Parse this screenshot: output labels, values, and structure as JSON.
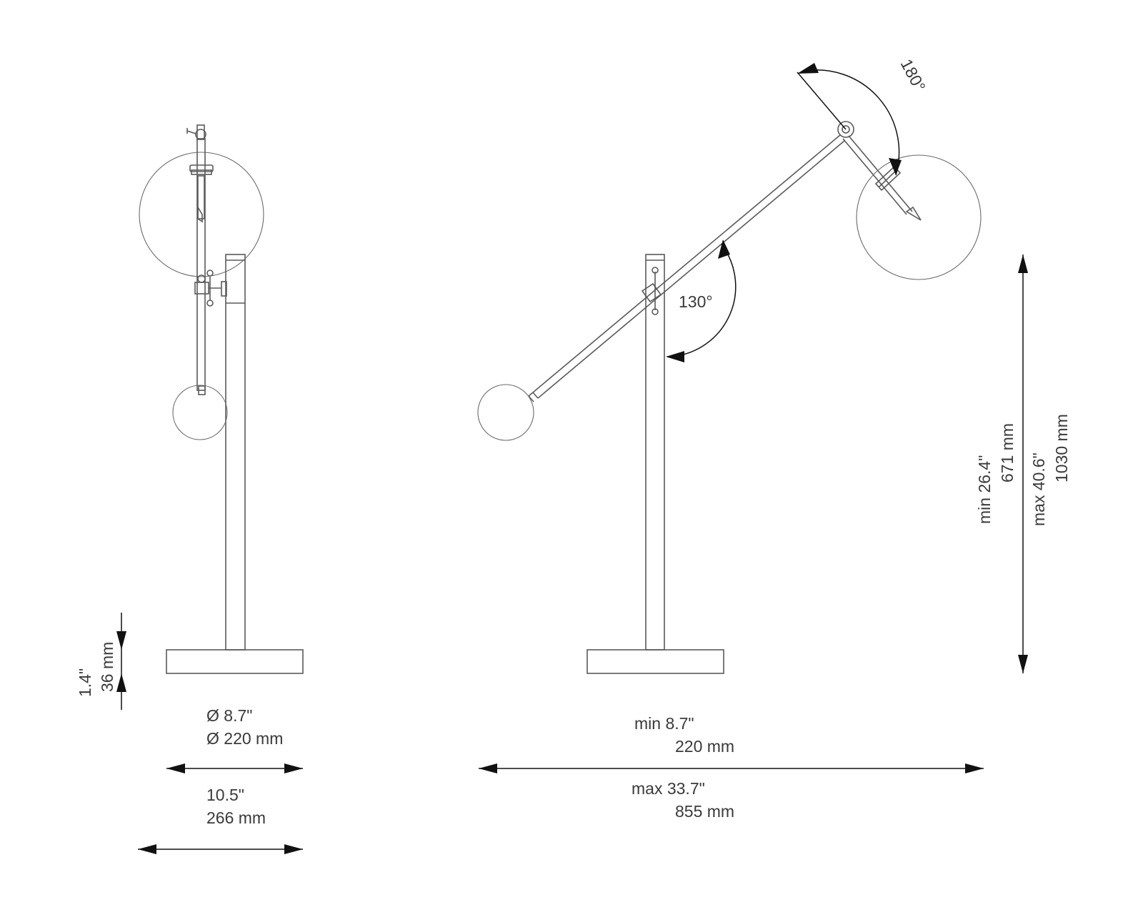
{
  "colors": {
    "line": "#5a5a5a",
    "dimension": "#111111",
    "text": "#3a3a3a",
    "background": "#ffffff"
  },
  "front_view": {
    "base_height": {
      "inch": "1.4\"",
      "mm": "36 mm"
    },
    "base_diameter": {
      "inch": "Ø 8.7\"",
      "mm": "Ø 220 mm"
    },
    "overall_width": {
      "inch": "10.5\"",
      "mm": "266 mm"
    }
  },
  "side_view": {
    "head_rotation": "180°",
    "arm_angle": "130°",
    "reach_min": {
      "inch": "min 8.7\"",
      "mm": "220 mm"
    },
    "reach_max": {
      "inch": "max 33.7\"",
      "mm": "855 mm"
    },
    "height_min": {
      "inch": "min  26.4\"",
      "mm": "671 mm"
    },
    "height_max": {
      "inch": "max  40.6\"",
      "mm": "1030 mm"
    }
  }
}
